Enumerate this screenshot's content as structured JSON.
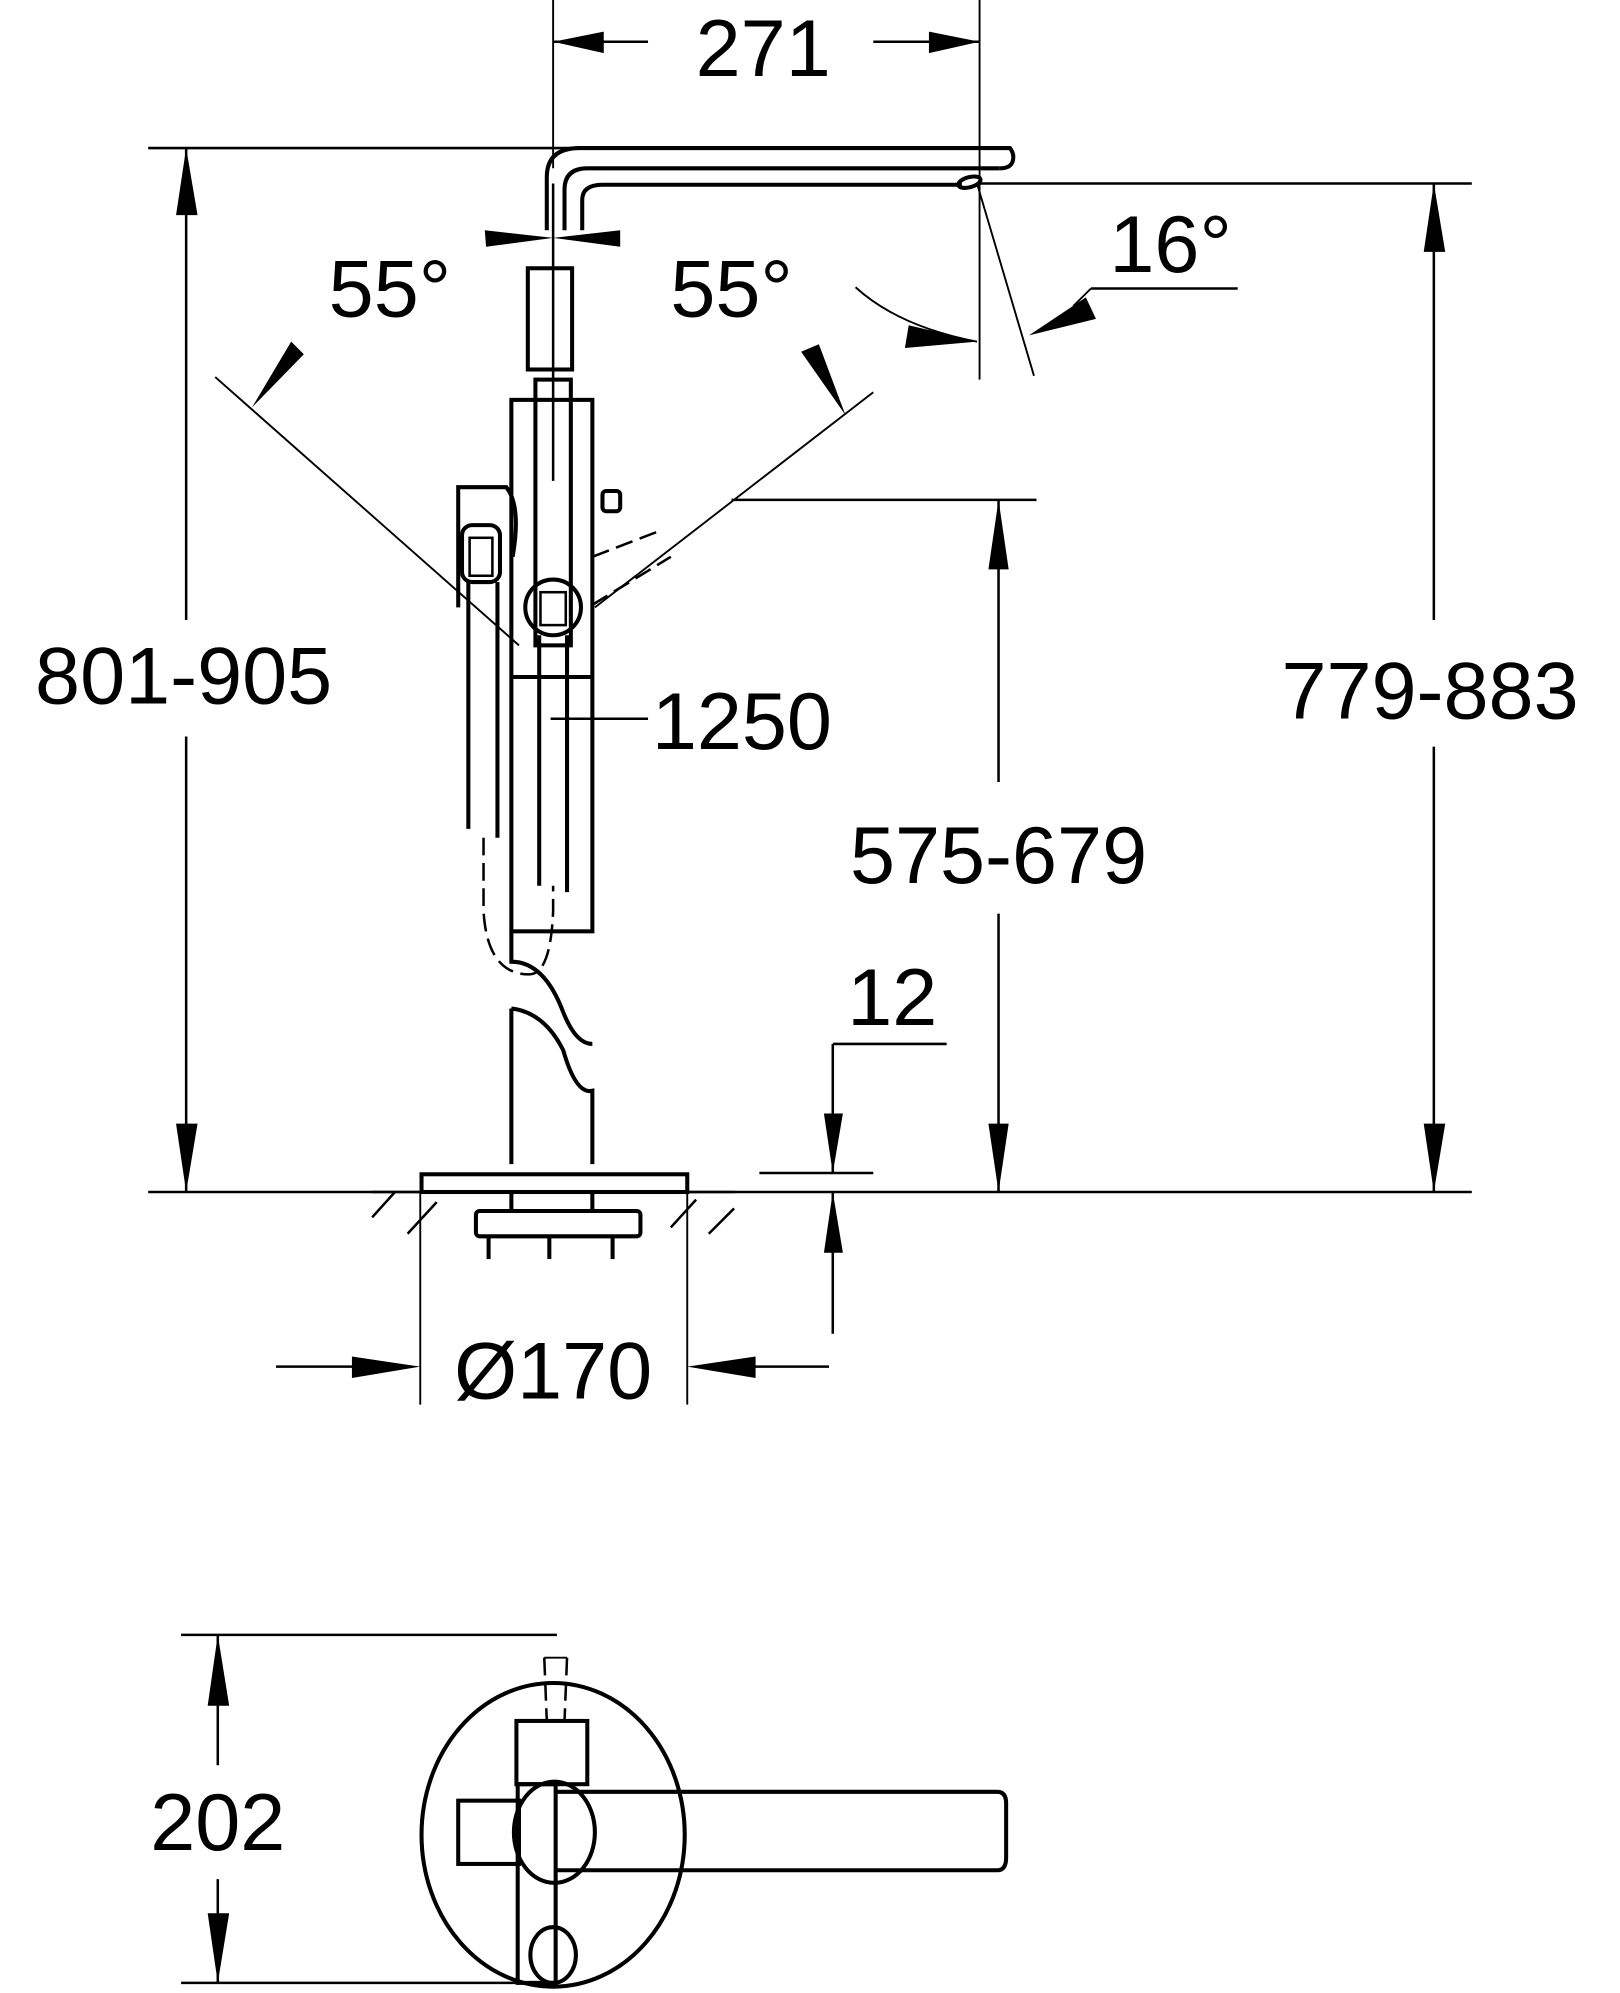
{
  "drawing": {
    "type": "technical dimension drawing",
    "subject": "freestanding bath mixer",
    "line_color": "#000000",
    "background": "#ffffff"
  },
  "dimensions": {
    "spout_projection": "271",
    "angle_left": "55°",
    "angle_right": "55°",
    "spout_angle": "16°",
    "overall_height": "801-905",
    "spout_outlet_height": "779-883",
    "hose_length": "1250",
    "handshower_holder_height": "575-679",
    "base_thickness": "12",
    "base_diameter": "Ø170",
    "plan_depth": "202"
  }
}
